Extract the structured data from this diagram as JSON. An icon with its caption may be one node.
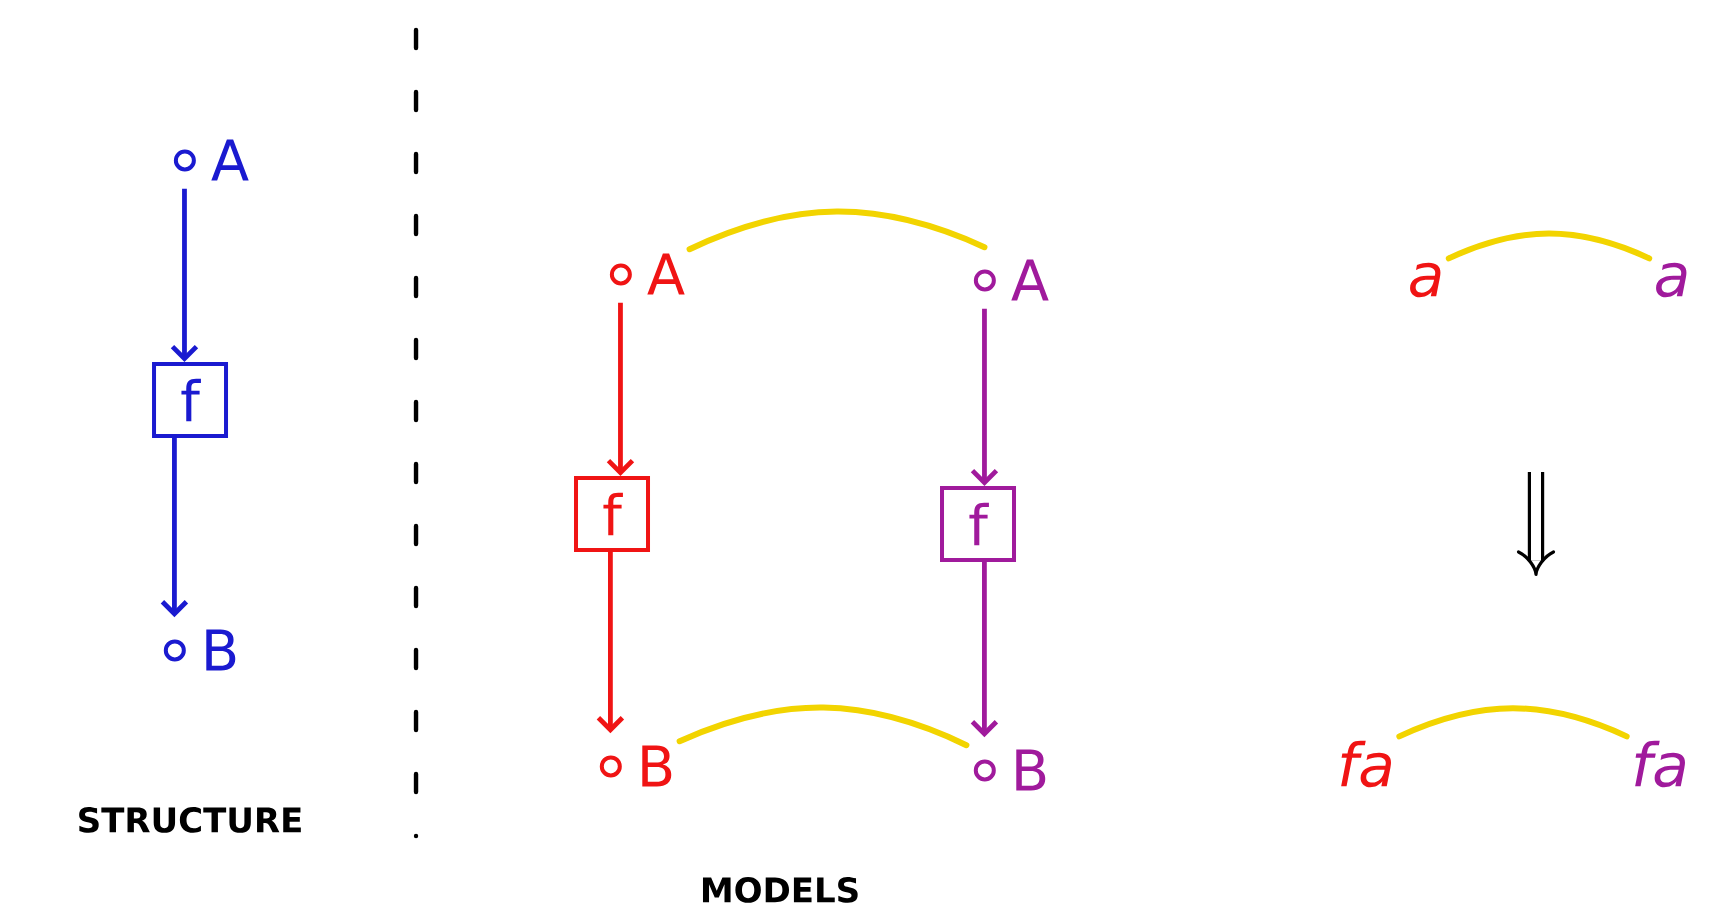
{
  "diagram": {
    "nodes": [
      {
        "text": [
          "A"
        ]
      },
      {
        "text": [
          "f"
        ]
      },
      {
        "text": [
          "B"
        ]
      },
      {
        "text": [
          "A"
        ]
      },
      {
        "text": [
          "f"
        ]
      },
      {
        "text": [
          "B"
        ]
      },
      {
        "text": [
          "A"
        ]
      },
      {
        "text": [
          "f"
        ]
      },
      {
        "text": [
          "B"
        ]
      },
      {
        "text": [
          "a"
        ]
      },
      {
        "text": [
          "a"
        ]
      },
      {
        "text": [
          "fa"
        ]
      },
      {
        "text": [
          "fa"
        ]
      }
    ],
    "edges": [
      {
        "from": 0,
        "to": 1,
        "arrow": "to",
        "color": "#1a1ad0"
      },
      {
        "from": 1,
        "to": 2,
        "arrow": "to",
        "color": "#1a1ad0"
      },
      {
        "from": 3,
        "to": 4,
        "arrow": "to",
        "color": "#f01414"
      },
      {
        "from": 4,
        "to": 5,
        "arrow": "to",
        "color": "#f01414"
      },
      {
        "from": 6,
        "to": 7,
        "arrow": "to",
        "color": "#a01a9c"
      },
      {
        "from": 7,
        "to": 8,
        "arrow": "to",
        "color": "#a01a9c"
      },
      {
        "from": 3,
        "to": 6,
        "arrow": "none"
      },
      {
        "from": 5,
        "to": 8,
        "arrow": "none"
      },
      {
        "from": 9,
        "to": 10,
        "arrow": "none"
      },
      {
        "from": 11,
        "to": 12,
        "arrow": "none"
      }
    ],
    "labels": [
      "STRUCTURE",
      "MODELS"
    ]
  }
}
